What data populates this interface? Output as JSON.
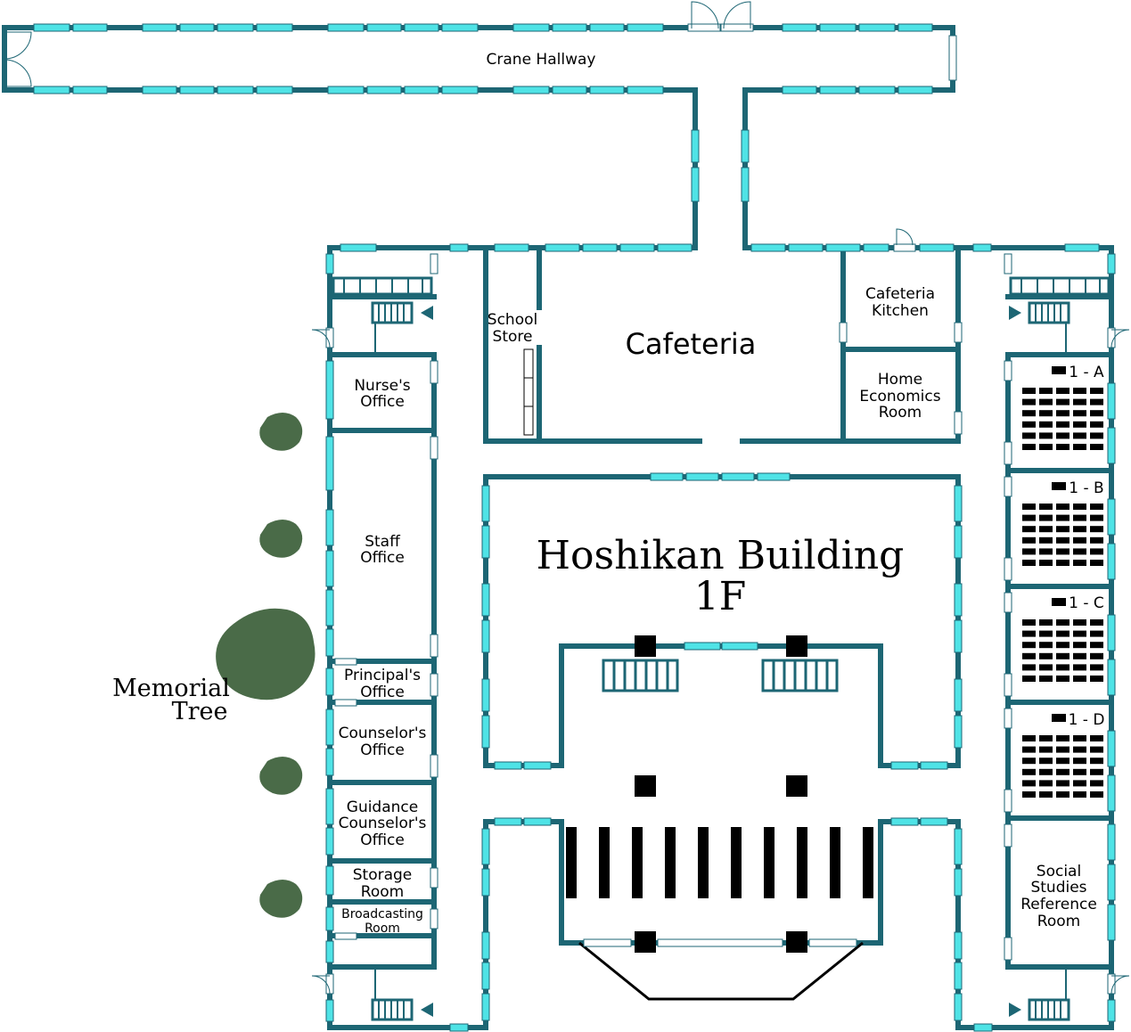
{
  "title": {
    "line1": "Hoshikan Building",
    "line2": "1F"
  },
  "rooms": {
    "crane_hallway": "Crane Hallway",
    "school_store": [
      "School",
      "Store"
    ],
    "cafeteria": "Cafeteria",
    "cafeteria_kitchen": [
      "Cafeteria",
      "Kitchen"
    ],
    "home_economics": [
      "Home",
      "Economics",
      "Room"
    ],
    "nurses_office": [
      "Nurse's",
      "Office"
    ],
    "staff_office": [
      "Staff",
      "Office"
    ],
    "principals_office": [
      "Principal's",
      "Office"
    ],
    "counselors_office": [
      "Counselor's",
      "Office"
    ],
    "guidance_office": [
      "Guidance",
      "Counselor's",
      "Office"
    ],
    "storage_room": [
      "Storage",
      "Room"
    ],
    "broadcasting_room": [
      "Broadcasting",
      "Room"
    ],
    "social_studies": [
      "Social",
      "Studies",
      "Reference",
      "Room"
    ],
    "classrooms": [
      "1 - A",
      "1 - B",
      "1 - C",
      "1 - D"
    ]
  },
  "landmark": {
    "memorial_tree": [
      "Memorial",
      "Tree"
    ]
  },
  "colors": {
    "wall": "#1d6674",
    "window": "#4fe3e6",
    "tree": "#4a6b48"
  }
}
